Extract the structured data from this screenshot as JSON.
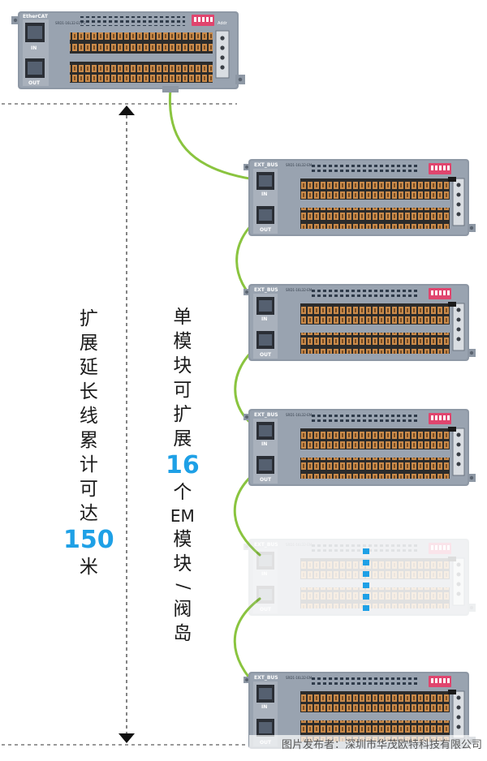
{
  "main_module": {
    "brand": "EtherCAT",
    "port_in": "IN",
    "port_out": "OUT",
    "model": "SRD1-16L32-ECT-2",
    "addr": "Addr"
  },
  "ext_module": {
    "brand": "EXT_BUS",
    "port_in": "IN",
    "port_out": "OUT",
    "model": "SRD1-16L32-EM"
  },
  "left_caption": {
    "pre": [
      "扩",
      "展",
      "延",
      "长",
      "线",
      "累",
      "计",
      "可",
      "达"
    ],
    "number": "150",
    "post": [
      "米"
    ]
  },
  "right_caption": {
    "pre": [
      "单",
      "模",
      "块",
      "可",
      "扩",
      "展"
    ],
    "number": "16",
    "mid_char": "个",
    "latin": "EM",
    "post": [
      "模",
      "块"
    ],
    "slash": "/",
    "tail": [
      "阀",
      "岛"
    ]
  },
  "credit": "图片发布者：深圳市华茂欧特科技有限公司",
  "colors": {
    "module_body": "#8e98a5",
    "terminal": "#c98a4a",
    "cable": "#8ac43f",
    "accent": "#1ea0e6",
    "dip": "#e0456e"
  }
}
